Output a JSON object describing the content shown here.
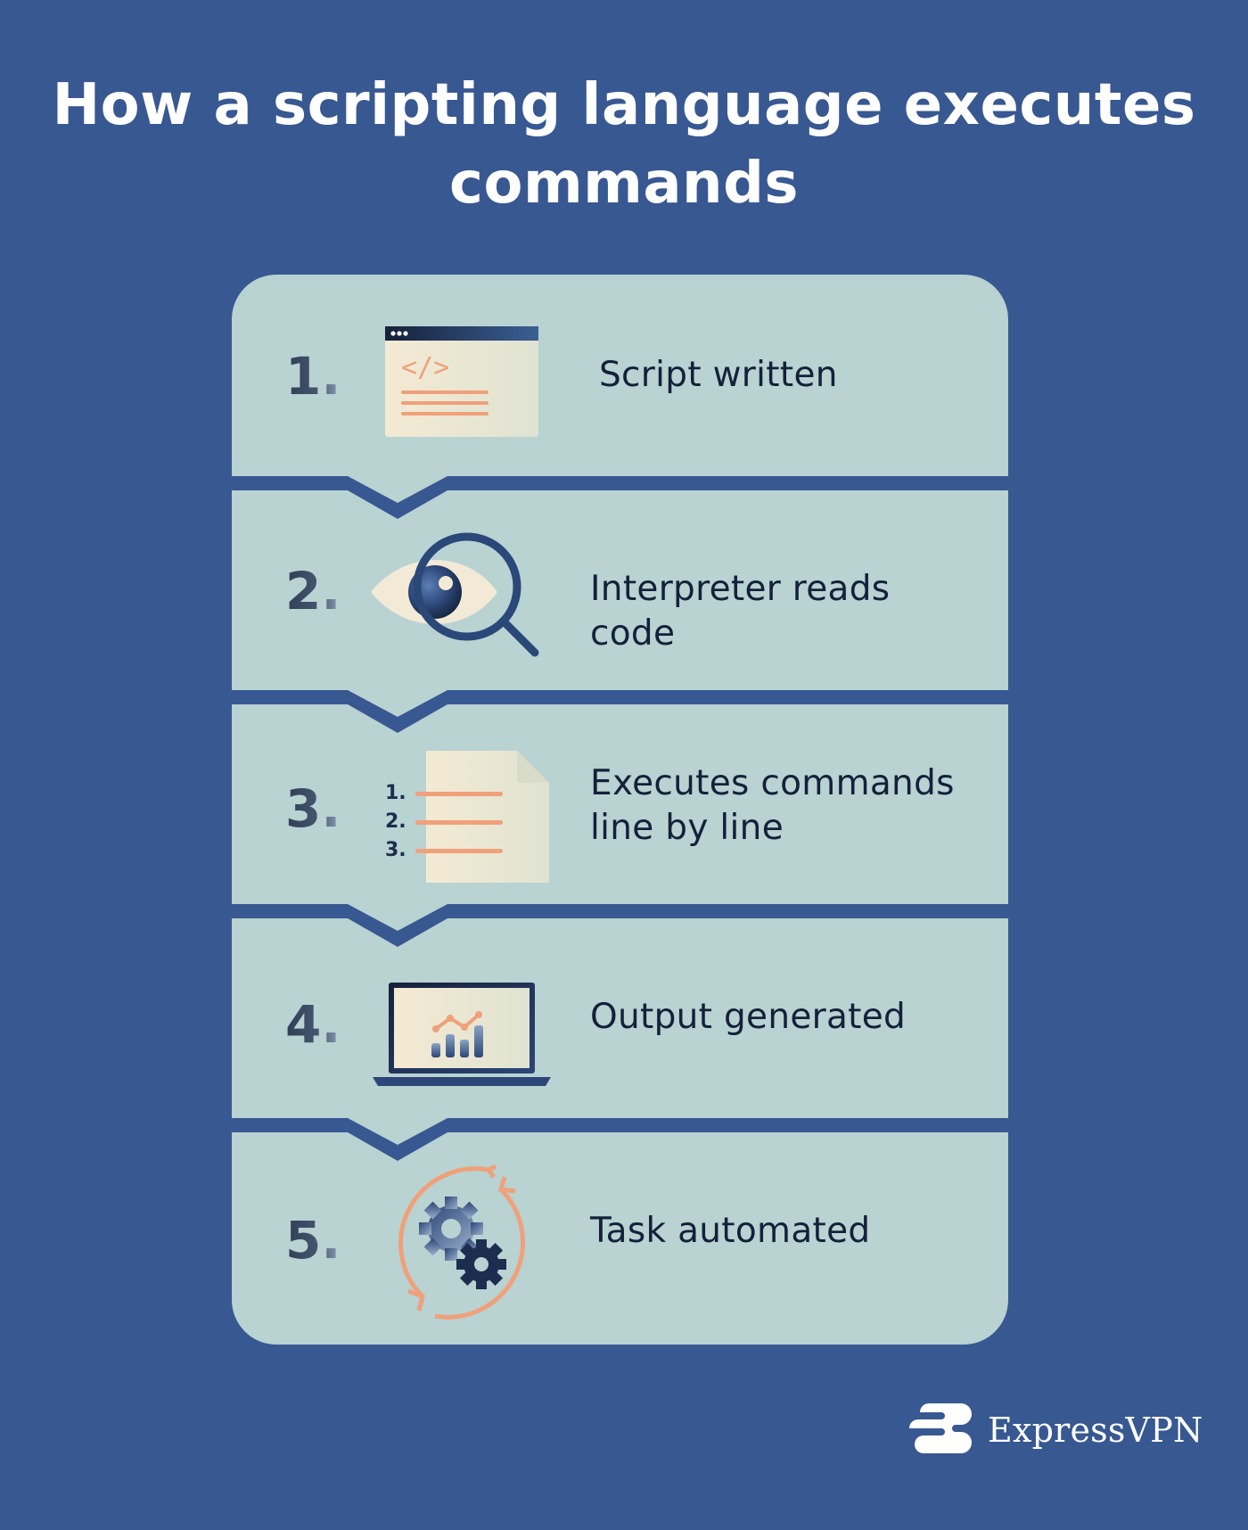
{
  "title": "How a scripting language executes commands",
  "steps": [
    {
      "number": "1.",
      "label": "Script written",
      "icon": "code-window-icon"
    },
    {
      "number": "2.",
      "label": "Interpreter reads code",
      "icon": "eye-magnifier-icon"
    },
    {
      "number": "3.",
      "label": "Executes commands line by line",
      "icon": "numbered-document-icon"
    },
    {
      "number": "4.",
      "label": "Output generated",
      "icon": "laptop-chart-icon"
    },
    {
      "number": "5.",
      "label": "Task automated",
      "icon": "gears-refresh-icon"
    }
  ],
  "doc_list_numbers": [
    "1.",
    "2.",
    "3."
  ],
  "code_glyph": "</>",
  "brand": {
    "name": "ExpressVPN"
  },
  "colors": {
    "background": "#385892",
    "card": "#b9d2d2",
    "accent": "#f0a07a",
    "dark": "#1c2d4f",
    "cream": "#f2ead6"
  }
}
